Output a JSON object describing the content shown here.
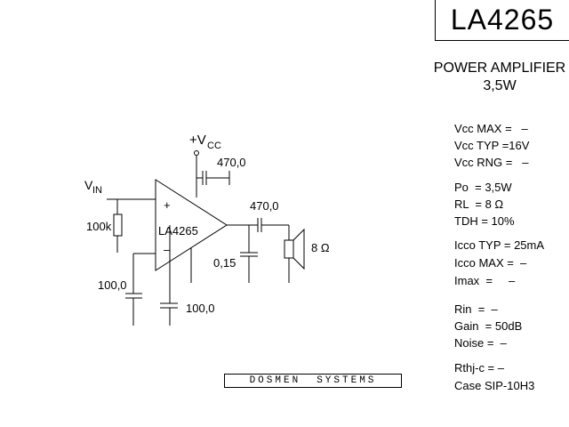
{
  "title": "LA4265",
  "subtitle_line1": "POWER AMPLIFIER",
  "subtitle_line2": "3,5W",
  "specs": [
    "Vcc MAX =   –",
    "Vcc TYP =16V",
    "Vcc RNG =   –",
    "Po  = 3,5W",
    "RL  = 8 Ω",
    "TDH = 10%",
    "Icco TYP = 25mA",
    "Icco MAX =  –",
    "Imax  =     –",
    "Rin  =  –",
    "Gain  = 50dB",
    "Noise =  –",
    "Rthj-c = –",
    "Case SIP-10H3"
  ],
  "brand": {
    "left": "DOSMEN",
    "right": "SYSTEMS"
  },
  "schematic": {
    "vcc_label": "+V",
    "vcc_sub": "CC",
    "vin_label": "V",
    "vin_sub": "IN",
    "ic_label": "LA4265",
    "plus_sign": "+",
    "minus_sign": "–",
    "r_in": "100k",
    "c_supply": "470,0",
    "c_out": "470,0",
    "c_zobel": "0,15",
    "c_fb1": "100,0",
    "c_fb2": "100,0",
    "speaker": "8 Ω"
  }
}
